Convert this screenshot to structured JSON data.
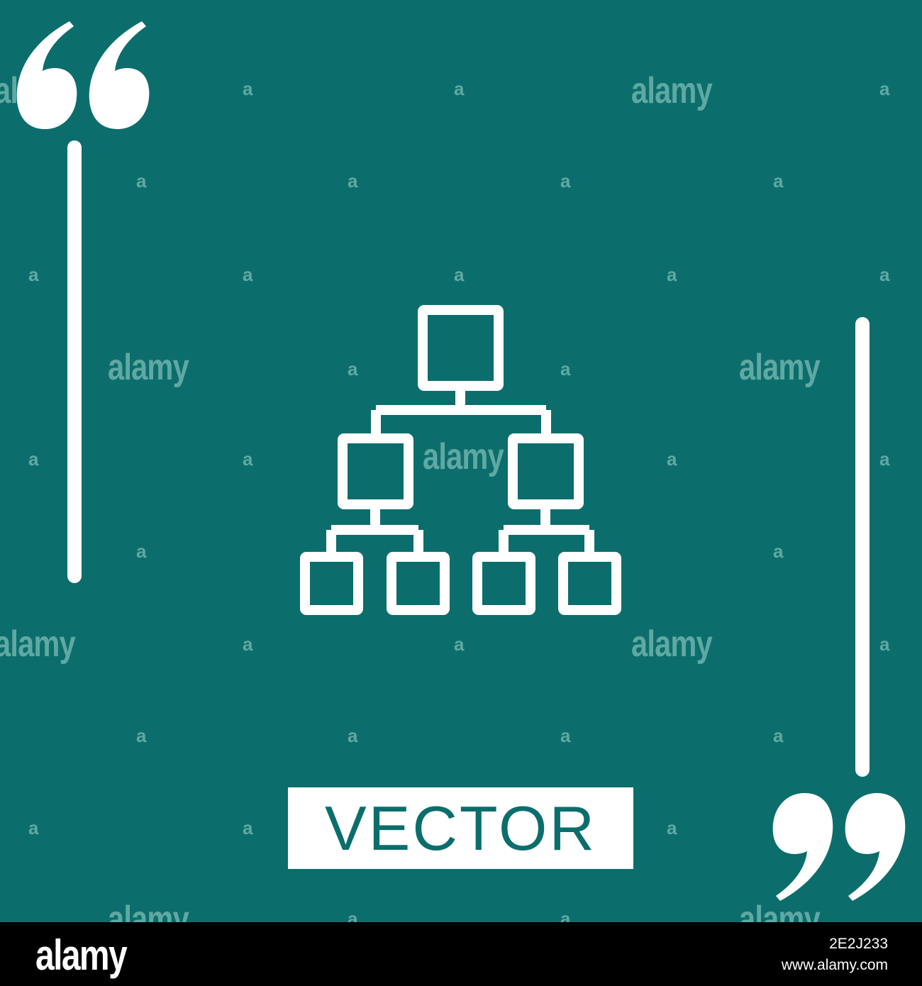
{
  "colors": {
    "background": "#0b6e6c",
    "icon_stroke": "#ffffff",
    "watermark": "#6fb3ad",
    "footer": "#000000",
    "label_bg": "#ffffff",
    "label_text": "#0b6e6c"
  },
  "icon": {
    "name": "hierarchy-org-chart-icon"
  },
  "decorations": {
    "open_quote_icon": "left-double-quote-icon",
    "close_quote_icon": "right-double-quote-icon"
  },
  "label": {
    "text": "VECTOR"
  },
  "watermark": {
    "brand": "alamy",
    "mark": "a"
  },
  "footer": {
    "logo": "alamy",
    "image_id": "2E2J233",
    "url": "www.alamy.com"
  }
}
